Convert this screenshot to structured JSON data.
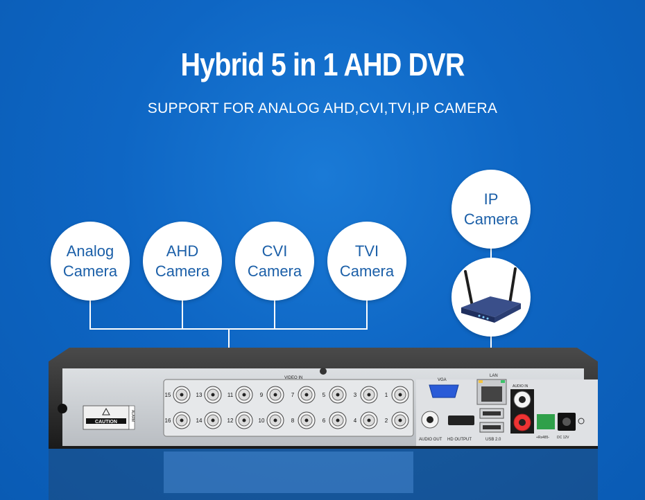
{
  "header": {
    "title": "Hybrid 5 in 1 AHD DVR",
    "subtitle": "SUPPORT FOR ANALOG AHD,CVI,TVI,IP CAMERA"
  },
  "cameras": [
    {
      "line1": "Analog",
      "line2": "Camera"
    },
    {
      "line1": "AHD",
      "line2": "Camera"
    },
    {
      "line1": "CVI",
      "line2": "Camera"
    },
    {
      "line1": "TVI",
      "line2": "Camera"
    }
  ],
  "ip_camera": {
    "line1": "IP",
    "line2": "Camera"
  },
  "router": {
    "icon": "wifi-router-icon"
  },
  "dvr": {
    "video_in_label": "VIDEO IN",
    "top_row_numbers": [
      "15",
      "13",
      "11",
      "9",
      "7",
      "5",
      "3",
      "1"
    ],
    "bottom_row_numbers": [
      "16",
      "14",
      "12",
      "10",
      "8",
      "6",
      "4",
      "2"
    ],
    "vga_label": "VGA",
    "lan_label": "LAN",
    "audio_in_label": "AUDIO IN",
    "audio_out_label": "AUDIO OUT",
    "hd_output_label": "HD OUTPUT",
    "usb_label": "USB 2.0",
    "rs485_label": "+Rs485-",
    "dc_label": "DC 12V",
    "caution_label": "CAUTION",
    "alarm_label": "ALARM"
  },
  "colors": {
    "background": "#0e66c4",
    "bubble_text": "#1b5fa8",
    "dvr_body": "#2a2a2a",
    "dvr_panel": "#cfd2d6",
    "vga_blue": "#2a5bd7",
    "terminal_green": "#2fa04a"
  }
}
